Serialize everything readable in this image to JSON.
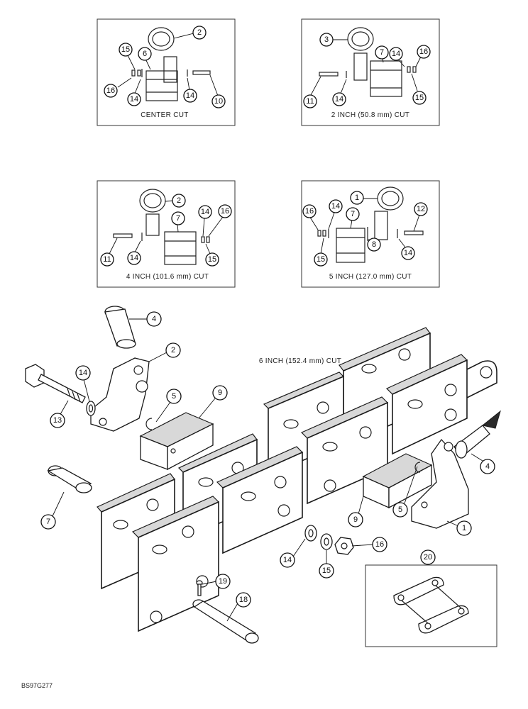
{
  "panels": [
    {
      "id": "center",
      "caption": "CENTER CUT",
      "callouts": [
        "2",
        "15",
        "6",
        "16",
        "14",
        "14",
        "10"
      ]
    },
    {
      "id": "two-inch",
      "caption": "2 INCH (50.8 mm) CUT",
      "callouts": [
        "3",
        "7",
        "14",
        "16",
        "11",
        "14",
        "15"
      ]
    },
    {
      "id": "four-inch",
      "caption": "4 INCH (101.6 mm) CUT",
      "callouts": [
        "2",
        "7",
        "14",
        "16",
        "11",
        "14",
        "15"
      ]
    },
    {
      "id": "five-inch",
      "caption": "5 INCH (127.0 mm) CUT",
      "callouts": [
        "1",
        "16",
        "14",
        "7",
        "12",
        "15",
        "8",
        "14"
      ]
    }
  ],
  "main": {
    "caption": "6 INCH (152.4 mm) CUT",
    "callouts": [
      "4",
      "2",
      "14",
      "13",
      "5",
      "9",
      "7",
      "4",
      "9",
      "5",
      "1",
      "14",
      "15",
      "16",
      "19",
      "18"
    ]
  },
  "inset": {
    "callout": "20"
  },
  "footer": {
    "code": "BS97G277"
  }
}
